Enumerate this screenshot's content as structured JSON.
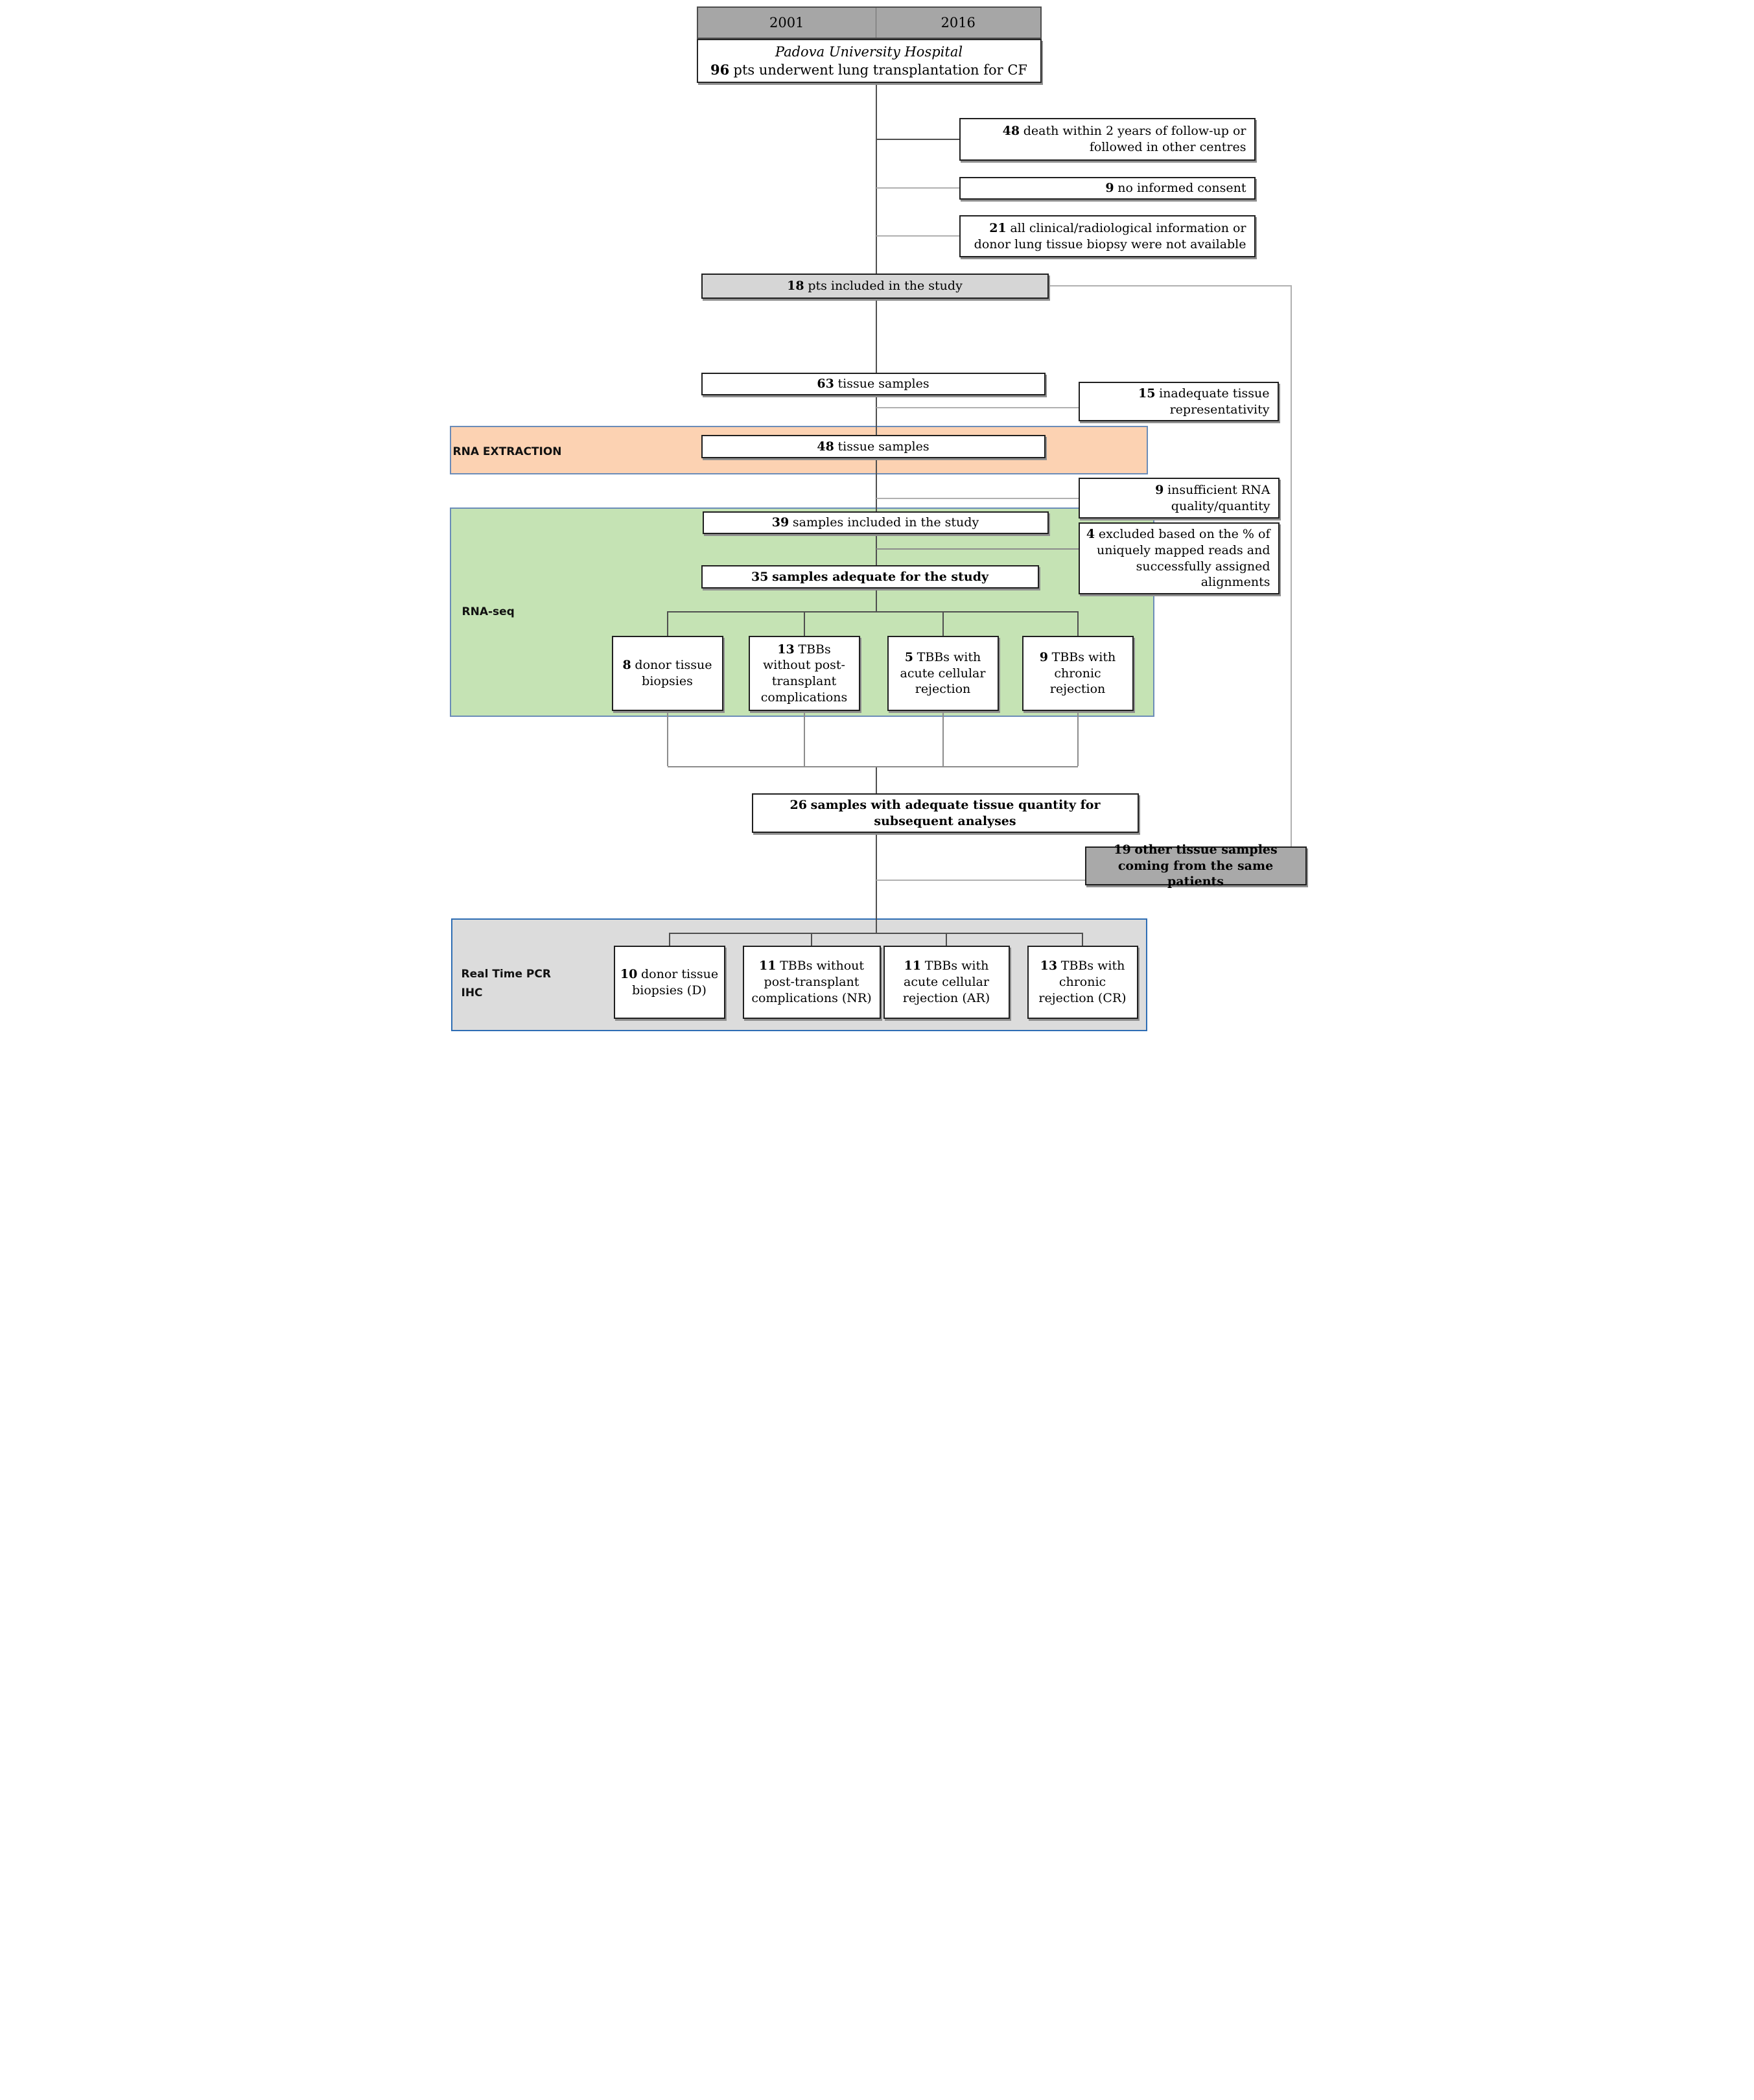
{
  "header": {
    "year_left": "2001",
    "year_right": "2016",
    "hospital": "Padova University Hospital",
    "patients_num": "96",
    "patients_text": "pts underwent lung transplantation for CF"
  },
  "exclusions_top": [
    {
      "num": "48",
      "text": "death within 2 years of follow-up or followed in other centres"
    },
    {
      "num": "9",
      "text": "no informed consent"
    },
    {
      "num": "21",
      "text": "all clinical/radiological information or donor lung tissue biopsy were not available"
    }
  ],
  "included18": {
    "num": "18",
    "text": "pts included in the study"
  },
  "samples63": {
    "num": "63",
    "text": "tissue samples"
  },
  "excl_15": {
    "num": "15",
    "text": "inadequate tissue representativity"
  },
  "rna_extraction": {
    "label": "RNA EXTRACTION",
    "samples48": {
      "num": "48",
      "text": "tissue samples"
    }
  },
  "excl_9_rna": {
    "num": "9",
    "text": "insufficient RNA quality/quantity"
  },
  "excl_4": {
    "num": "4",
    "text": "excluded based on the % of uniquely mapped reads and successfully assigned alignments"
  },
  "rna_seq": {
    "label": "RNA-seq",
    "samples39": {
      "num": "39",
      "text": "samples included in the study"
    },
    "samples35": {
      "num": "35",
      "text": "samples adequate for the study"
    },
    "groups": [
      {
        "num": "8",
        "text": "donor tissue biopsies"
      },
      {
        "num": "13",
        "text": "TBBs without post-transplant complications"
      },
      {
        "num": "5",
        "text": "TBBs with acute cellular rejection"
      },
      {
        "num": "9",
        "text": "TBBs with chronic rejection"
      }
    ]
  },
  "samples26": {
    "num": "26",
    "text": "samples with adequate tissue quantity for subsequent analyses"
  },
  "other19": {
    "num": "19",
    "text": "other tissue samples coming from the same patients"
  },
  "pcr": {
    "label_line1": "Real Time PCR",
    "label_line2": "IHC",
    "groups": [
      {
        "num": "10",
        "text": "donor tissue biopsies (D)"
      },
      {
        "num": "11",
        "text": "TBBs without post-transplant complications (NR)"
      },
      {
        "num": "11",
        "text": "TBBs with acute cellular rejection (AR)"
      },
      {
        "num": "13",
        "text": "TBBs with chronic rejection (CR)"
      }
    ]
  },
  "colors": {
    "band_orange": "#fcd2b2",
    "band_green": "#c5e3b4",
    "band_bottom_gray": "#dcdcdc",
    "band_border_blue": "#6b8cb8",
    "pcr_border_blue": "#2e6db4",
    "header_bar_gray": "#a6a6a6",
    "included_box_gray": "#d6d6d6",
    "other19_box_gray": "#a9a9a9"
  }
}
